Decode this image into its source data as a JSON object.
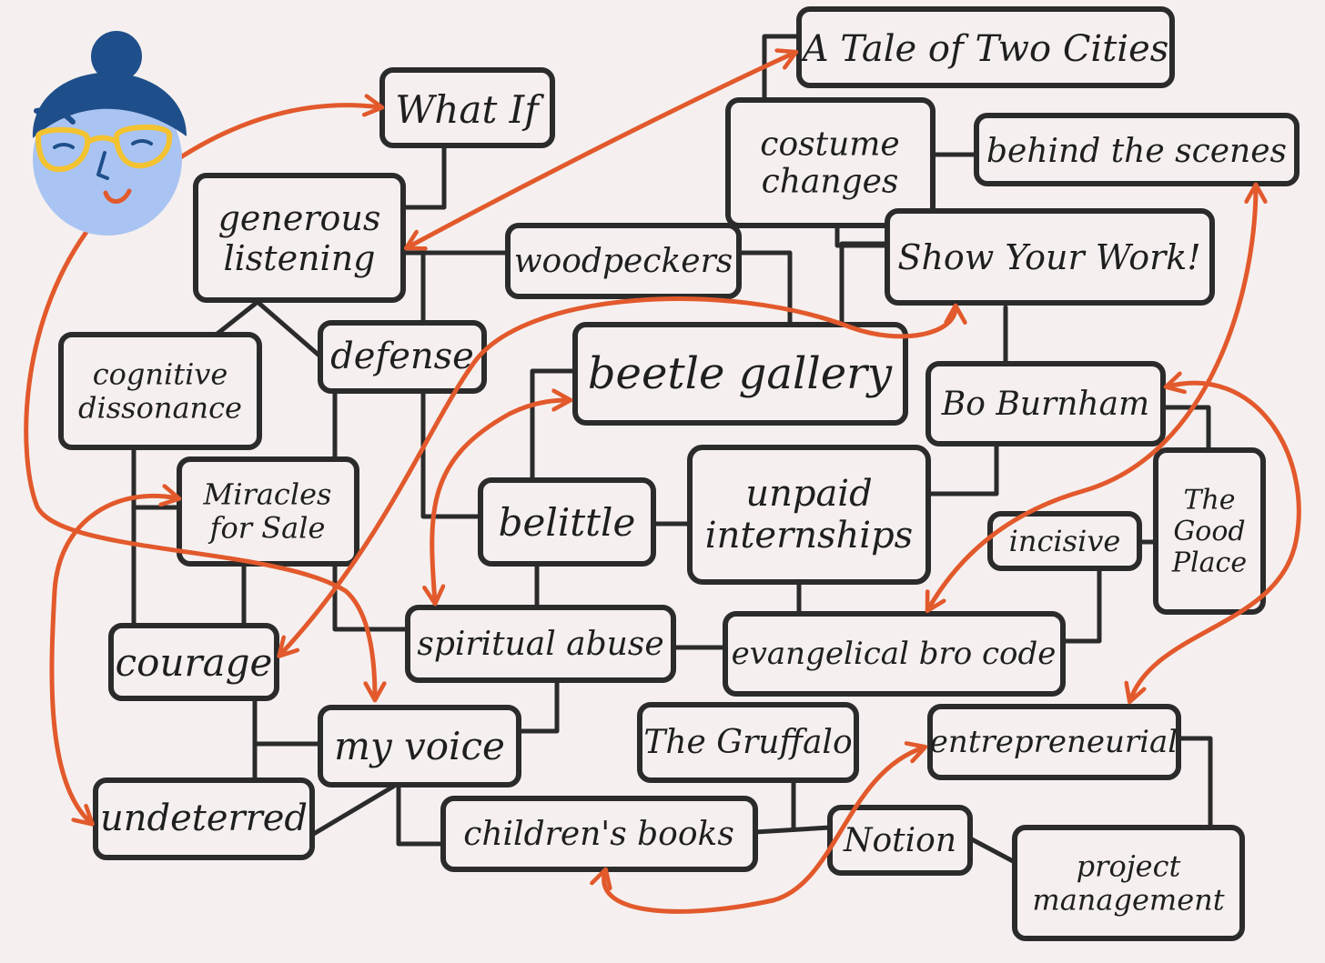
{
  "colors": {
    "background": "#f5f0ef",
    "ink": "#2b2b2b",
    "arrow": "#e2592c",
    "hair": "#1f4f8a",
    "face": "#a9c4f2",
    "glasses": "#f2c230",
    "mouth": "#e2592c"
  },
  "nodes": [
    {
      "id": "tale",
      "label": "A Tale of Two Cities"
    },
    {
      "id": "whatif",
      "label": "What If"
    },
    {
      "id": "costume",
      "label": "costume changes"
    },
    {
      "id": "behind",
      "label": "behind the scenes"
    },
    {
      "id": "generous",
      "label": "generous listening"
    },
    {
      "id": "woodpeckers",
      "label": "woodpeckers"
    },
    {
      "id": "show",
      "label": "Show Your Work!"
    },
    {
      "id": "cognitive",
      "label": "cognitive dissonance"
    },
    {
      "id": "defense",
      "label": "defense"
    },
    {
      "id": "beetle",
      "label": "beetle gallery"
    },
    {
      "id": "bo",
      "label": "Bo Burnham"
    },
    {
      "id": "miracles",
      "label": "Miracles for Sale"
    },
    {
      "id": "belittle",
      "label": "belittle"
    },
    {
      "id": "unpaid",
      "label": "unpaid internships"
    },
    {
      "id": "incisive",
      "label": "incisive"
    },
    {
      "id": "goodplace",
      "label": "The Good Place"
    },
    {
      "id": "courage",
      "label": "courage"
    },
    {
      "id": "spiritual",
      "label": "spiritual abuse"
    },
    {
      "id": "evangelical",
      "label": "evangelical bro code"
    },
    {
      "id": "myvoice",
      "label": "my voice"
    },
    {
      "id": "gruffalo",
      "label": "The Gruffalo"
    },
    {
      "id": "entrepreneurial",
      "label": "entrepreneurial"
    },
    {
      "id": "undeterred",
      "label": "undeterred"
    },
    {
      "id": "childrens",
      "label": "children's books"
    },
    {
      "id": "notion",
      "label": "Notion"
    },
    {
      "id": "project",
      "label": "project management"
    }
  ],
  "arrows": [
    {
      "from": "avatar",
      "to": "whatif",
      "heads": [
        "end"
      ]
    },
    {
      "from": "avatar",
      "to": "myvoice",
      "heads": [
        "end"
      ]
    },
    {
      "from": "generous",
      "to": "tale",
      "heads": [
        "start",
        "end"
      ]
    },
    {
      "from": "courage",
      "to": "show",
      "heads": [
        "start",
        "end"
      ]
    },
    {
      "from": "spiritual",
      "to": "beetle",
      "heads": [
        "start",
        "end"
      ]
    },
    {
      "from": "miracles",
      "to": "undeterred",
      "heads": [
        "start",
        "end"
      ]
    },
    {
      "from": "evangelical",
      "to": "behind",
      "heads": [
        "start",
        "end"
      ]
    },
    {
      "from": "bo",
      "to": "entrepreneurial",
      "heads": [
        "start",
        "end"
      ]
    },
    {
      "from": "childrens",
      "to": "entrepreneurial",
      "heads": [
        "start",
        "end"
      ]
    }
  ]
}
